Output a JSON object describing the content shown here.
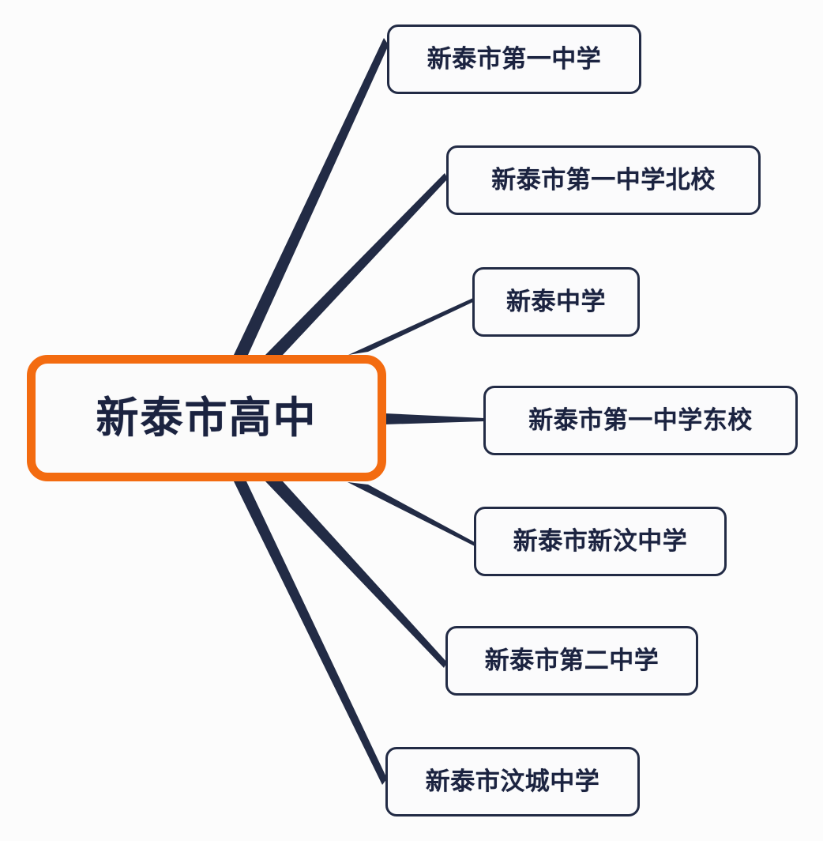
{
  "diagram": {
    "type": "mind-map",
    "title": "新泰市高中",
    "background_color": "#fcfcfc",
    "root": {
      "label": "新泰市高中",
      "border_color": "#f36b10",
      "text_color": "#1b2340"
    },
    "node_style": {
      "border_color": "#222b45",
      "text_color": "#1b2340",
      "fill_color": "#fbfbfc"
    },
    "edge_color": "#222b45",
    "children": [
      {
        "label": "新泰市第一中学"
      },
      {
        "label": "新泰市第一中学北校"
      },
      {
        "label": "新泰中学"
      },
      {
        "label": "新泰市第一中学东校"
      },
      {
        "label": "新泰市新汶中学"
      },
      {
        "label": "新泰市第二中学"
      },
      {
        "label": "新泰市汶城中学"
      }
    ]
  }
}
